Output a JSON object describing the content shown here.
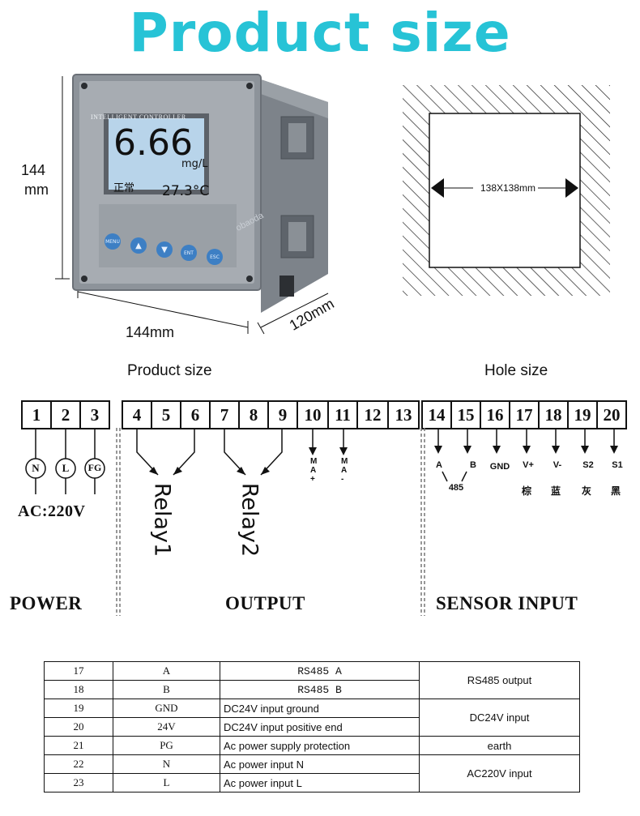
{
  "title": "Product size",
  "accent_color": "#27c3d6",
  "device": {
    "brand_label": "INTELLIGENT CONTROLLER",
    "reading_value": "6.66",
    "reading_unit": "mg/L",
    "status_text": "正常",
    "temperature": "27.3°C",
    "watermark": "obaoda",
    "buttons": [
      "MENU",
      "▲",
      "▼",
      "ENT",
      "ESC"
    ],
    "height_label_1": "144",
    "height_label_2": "mm",
    "width_label": "144mm",
    "depth_label": "120mm"
  },
  "hole": {
    "label": "138X138mm"
  },
  "captions": {
    "product": "Product size",
    "hole": "Hole size"
  },
  "terminals": {
    "group1": [
      "1",
      "2",
      "3"
    ],
    "group2": [
      "4",
      "5",
      "6",
      "7",
      "8",
      "9",
      "10",
      "11",
      "12",
      "13"
    ],
    "group3": [
      "14",
      "15",
      "16",
      "17",
      "18",
      "19",
      "20"
    ]
  },
  "power": {
    "symbols": [
      "N",
      "L",
      "FG"
    ],
    "voltage": "AC:220V",
    "section": "POWER"
  },
  "output": {
    "relay1": "Relay1",
    "relay2": "Relay2",
    "ma_plus": "MA+",
    "ma_minus": "MA-",
    "section": "OUTPUT"
  },
  "sensor": {
    "labels": [
      "A",
      "B",
      "GND",
      "V+",
      "V-",
      "S2",
      "S1"
    ],
    "group_label": "485",
    "colors": [
      "棕",
      "蓝",
      "灰",
      "黑"
    ],
    "section": "SENSOR INPUT"
  },
  "wiring_table": {
    "rows": [
      [
        "17",
        "A",
        "RS485 A"
      ],
      [
        "18",
        "B",
        "RS485 B"
      ],
      [
        "19",
        "GND",
        "DC24V input ground"
      ],
      [
        "20",
        "24V",
        "DC24V input positive end"
      ],
      [
        "21",
        "PG",
        "Ac power supply protection"
      ],
      [
        "22",
        "N",
        "Ac power input N"
      ],
      [
        "23",
        "L",
        "Ac power input L"
      ]
    ],
    "groups": [
      "RS485 output",
      "DC24V input",
      "earth",
      "AC220V input"
    ]
  }
}
